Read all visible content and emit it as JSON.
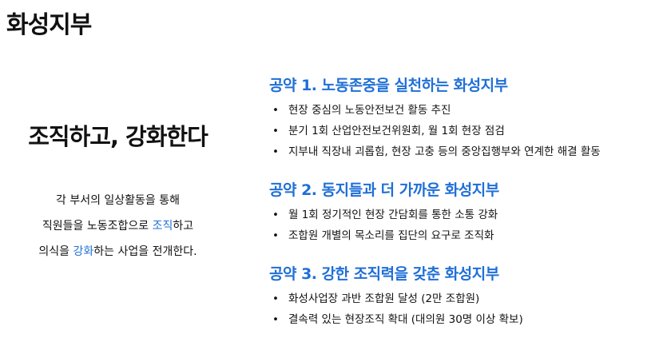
{
  "page": {
    "title": "화성지부"
  },
  "left": {
    "headline": "조직하고, 강화한다",
    "line1": "각 부서의 일상활동을 통해",
    "line2_before": "직원들을 노동조합으로 ",
    "line2_highlight": "조직",
    "line2_after": "하고",
    "line3_before": "의식을 ",
    "line3_highlight": "강화",
    "line3_after": "하는 사업을 전개한다."
  },
  "colors": {
    "accent": "#1f6fd6",
    "text": "#111111"
  },
  "sections": [
    {
      "title": "공약 1. 노동존중을 실천하는 화성지부",
      "items": [
        "현장 중심의 노동안전보건 활동 추진",
        "분기 1회 산업안전보건위원회, 월 1회 현장 점검",
        "지부내 직장내 괴롭힘, 현장 고충 등의 중앙집행부와 연계한 해결 활동"
      ]
    },
    {
      "title": "공약 2. 동지들과 더 가까운 화성지부",
      "items": [
        "월 1회 정기적인 현장 간담회를 통한 소통 강화",
        "조합원 개별의 목소리를 집단의 요구로 조직화"
      ]
    },
    {
      "title": "공약 3. 강한 조직력을 갖춘 화성지부",
      "items": [
        "화성사업장 과반 조합원 달성 (2만 조합원)",
        "결속력 있는 현장조직 확대 (대의원 30명 이상 확보)"
      ]
    }
  ]
}
